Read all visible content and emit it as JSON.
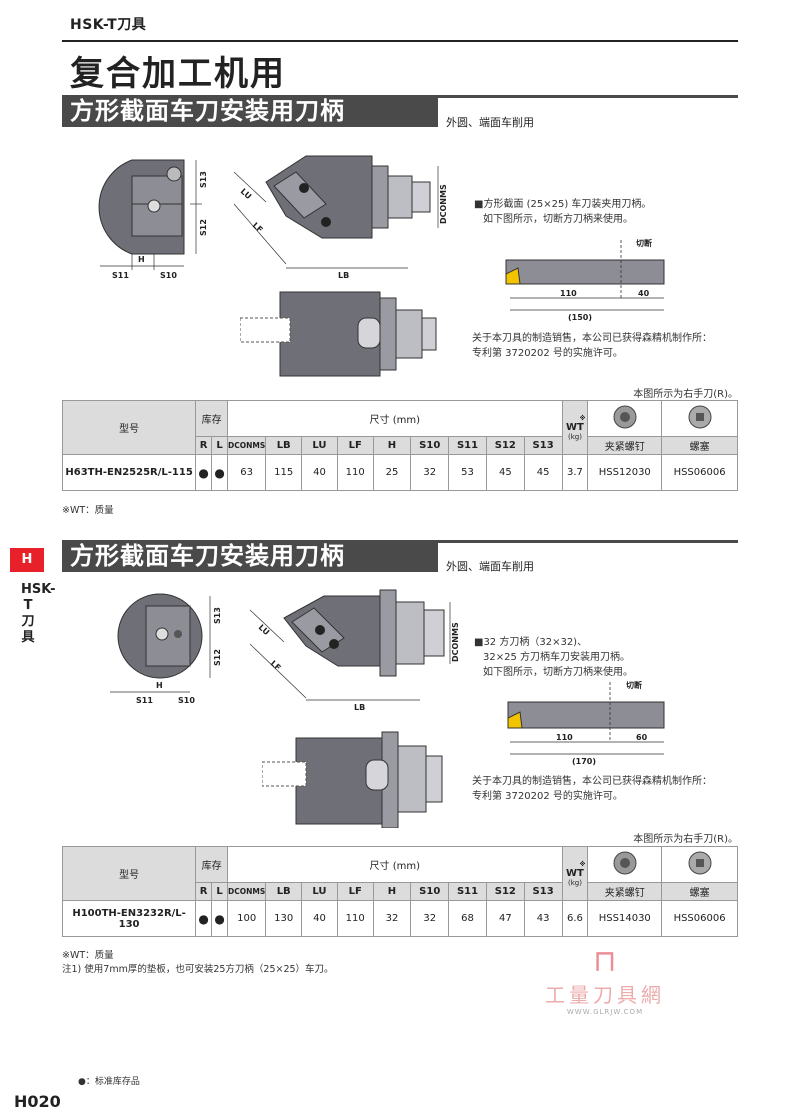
{
  "header": {
    "series": "HSK-T刀具",
    "title": "复合加工机用"
  },
  "side_tab": {
    "letter": "H",
    "text": "HSK-T刀具"
  },
  "sections": [
    {
      "title": "方形截面车刀安装用刀柄",
      "subtitle": "外圆、端面车削用",
      "dim_labels": {
        "s11": "S11",
        "h": "H",
        "s10": "S10",
        "s13": "S13",
        "s12": "S12",
        "lu": "LU",
        "lf": "LF",
        "lb": "LB",
        "dconms": "DCONMS"
      },
      "note_lines": [
        "■方形截面 (25×25) 车刀装夹用刀柄。",
        "如下图所示，切断方刀柄来使用。"
      ],
      "cut_label": "切断",
      "bar_dims": {
        "a": "110",
        "b": "40",
        "total": "(150)"
      },
      "patent_lines": [
        "关于本刀具的制造销售，本公司已获得森精机制作所：",
        "专利第 3720202 号的实施许可。"
      ],
      "right_hand": "本图所示为右手刀(R)。",
      "table": {
        "h_model": "型号",
        "h_stock": "库存",
        "h_dims": "尺寸 (mm)",
        "h_wt": "WT",
        "h_wt_mark": "※",
        "h_wt_unit": "(kg)",
        "h_screw": "夹紧螺钉",
        "h_plug": "螺塞",
        "h_r": "R",
        "h_l": "L",
        "cols": [
          "DCONMS",
          "LB",
          "LU",
          "LF",
          "H",
          "S10",
          "S11",
          "S12",
          "S13"
        ],
        "row": {
          "model": "H63TH-EN2525R/L-115",
          "r": "●",
          "l": "●",
          "values": [
            "63",
            "115",
            "40",
            "110",
            "25",
            "32",
            "53",
            "45",
            "45"
          ],
          "wt": "3.7",
          "screw": "HSS12030",
          "plug": "HSS06006"
        }
      },
      "wt_notes": [
        "※WT：质量"
      ]
    },
    {
      "title": "方形截面车刀安装用刀柄",
      "subtitle": "外圆、端面车削用",
      "dim_labels": {
        "s11": "S11",
        "h": "H",
        "s10": "S10",
        "s13": "S13",
        "s12": "S12",
        "lu": "LU",
        "lf": "LF",
        "lb": "LB",
        "dconms": "DCONMS"
      },
      "note_lines": [
        "■32 方刀柄（32×32)、",
        "32×25 方刀柄车刀安装用刀柄。",
        "如下图所示，切断方刀柄来使用。"
      ],
      "cut_label": "切断",
      "bar_dims": {
        "a": "110",
        "b": "60",
        "total": "(170)"
      },
      "patent_lines": [
        "关于本刀具的制造销售，本公司已获得森精机制作所：",
        "专利第 3720202 号的实施许可。"
      ],
      "right_hand": "本图所示为右手刀(R)。",
      "table": {
        "h_model": "型号",
        "h_stock": "库存",
        "h_dims": "尺寸 (mm)",
        "h_wt": "WT",
        "h_wt_mark": "※",
        "h_wt_unit": "(kg)",
        "h_screw": "夹紧螺钉",
        "h_plug": "螺塞",
        "h_r": "R",
        "h_l": "L",
        "cols": [
          "DCONMS",
          "LB",
          "LU",
          "LF",
          "H",
          "S10",
          "S11",
          "S12",
          "S13"
        ],
        "row": {
          "model": "H100TH-EN3232R/L-130",
          "r": "●",
          "l": "●",
          "values": [
            "100",
            "130",
            "40",
            "110",
            "32",
            "32",
            "68",
            "47",
            "43"
          ],
          "wt": "6.6",
          "screw": "HSS14030",
          "plug": "HSS06006"
        }
      },
      "wt_notes": [
        "※WT：质量",
        "注1) 使用7mm厚的垫板，也可安装25方刀柄（25×25）车刀。"
      ]
    }
  ],
  "footer": {
    "legend": "●：标准库存品",
    "page": "H020"
  },
  "watermark": {
    "cn": "工量刀具網",
    "url": "WWW.GLRJW.COM"
  }
}
